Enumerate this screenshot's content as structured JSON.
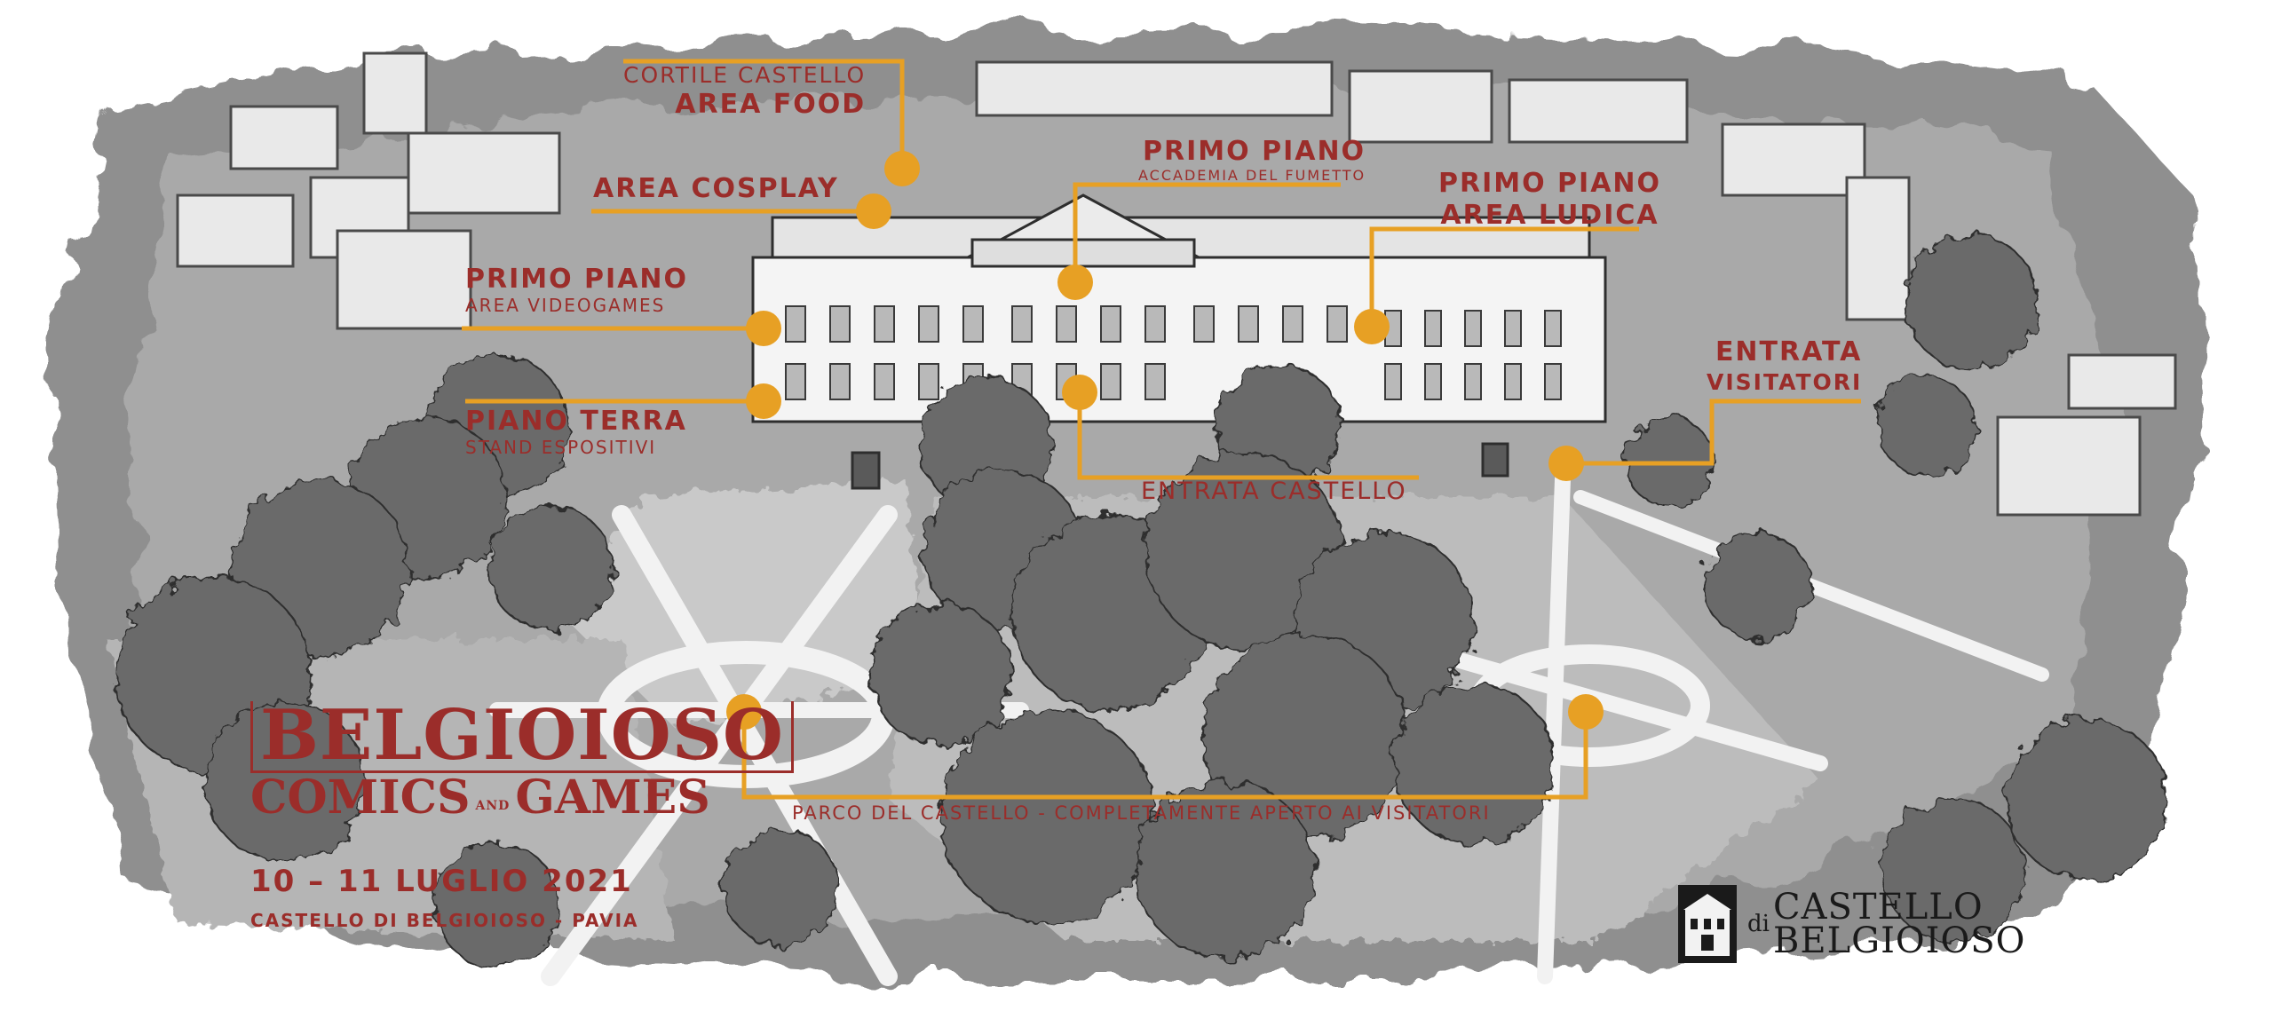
{
  "accent_color": "#e7a024",
  "text_color": "#9b2d2a",
  "labels": {
    "cortile": {
      "line1": "CORTILE CASTELLO",
      "line2": "AREA FOOD"
    },
    "cosplay": {
      "line1": "AREA COSPLAY"
    },
    "primo_piano_accademia": {
      "line1": "PRIMO PIANO",
      "line2": "ACCADEMIA DEL FUMETTO"
    },
    "primo_piano_ludica": {
      "line1": "PRIMO PIANO",
      "line2": "AREA LUDICA"
    },
    "primo_piano_videogames": {
      "line1": "PRIMO PIANO",
      "line2": "AREA VIDEOGAMES"
    },
    "piano_terra": {
      "line1": "PIANO TERRA",
      "line2": "STAND ESPOSITIVI"
    },
    "entrata_visitatori": {
      "line1": "ENTRATA",
      "line2": "VISITATORI"
    },
    "entrata_castello": {
      "line1": "ENTRATA CASTELLO"
    },
    "parco": {
      "line1": "PARCO DEL CASTELLO - COMPLETAMENTE APERTO AI VISITATORI"
    }
  },
  "event": {
    "name_line1": "BELGIOIOSO",
    "name_comics": "COMICS",
    "name_and": "AND",
    "name_games": "GAMES",
    "date": "10 – 11 LUGLIO 2021",
    "place": "CASTELLO DI BELGIOIOSO - PAVIA"
  },
  "castle_logo": {
    "di": "di",
    "line1": "CASTELLO",
    "line2": "BELGIOIOSO",
    "icon": "castle-building-icon"
  }
}
